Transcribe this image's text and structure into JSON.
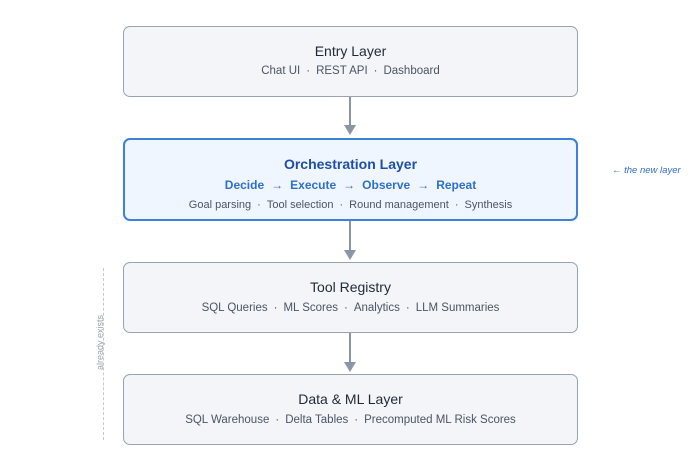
{
  "layers": {
    "entry": {
      "title": "Entry Layer",
      "items": [
        "Chat UI",
        "REST API",
        "Dashboard"
      ]
    },
    "orchestration": {
      "title": "Orchestration Layer",
      "cycle": [
        "Decide",
        "Execute",
        "Observe",
        "Repeat"
      ],
      "cycle_arrow": "→",
      "items": [
        "Goal parsing",
        "Tool selection",
        "Round management",
        "Synthesis"
      ]
    },
    "tools": {
      "title": "Tool Registry",
      "items": [
        "SQL Queries",
        "ML Scores",
        "Analytics",
        "LLM Summaries"
      ]
    },
    "data": {
      "title": "Data & ML Layer",
      "items": [
        "SQL Warehouse",
        "Delta Tables",
        "Precomputed ML Risk Scores"
      ]
    }
  },
  "separator": "·",
  "annotations": {
    "new_layer": "← the new layer",
    "existing": "already exists"
  },
  "colors": {
    "box_border": "#98a3b3",
    "box_fill": "#f3f5f8",
    "highlight_border": "#3b82d9",
    "highlight_fill": "#eff6ff",
    "highlight_text": "#1e4fa6",
    "arrow": "#8b95a5"
  }
}
